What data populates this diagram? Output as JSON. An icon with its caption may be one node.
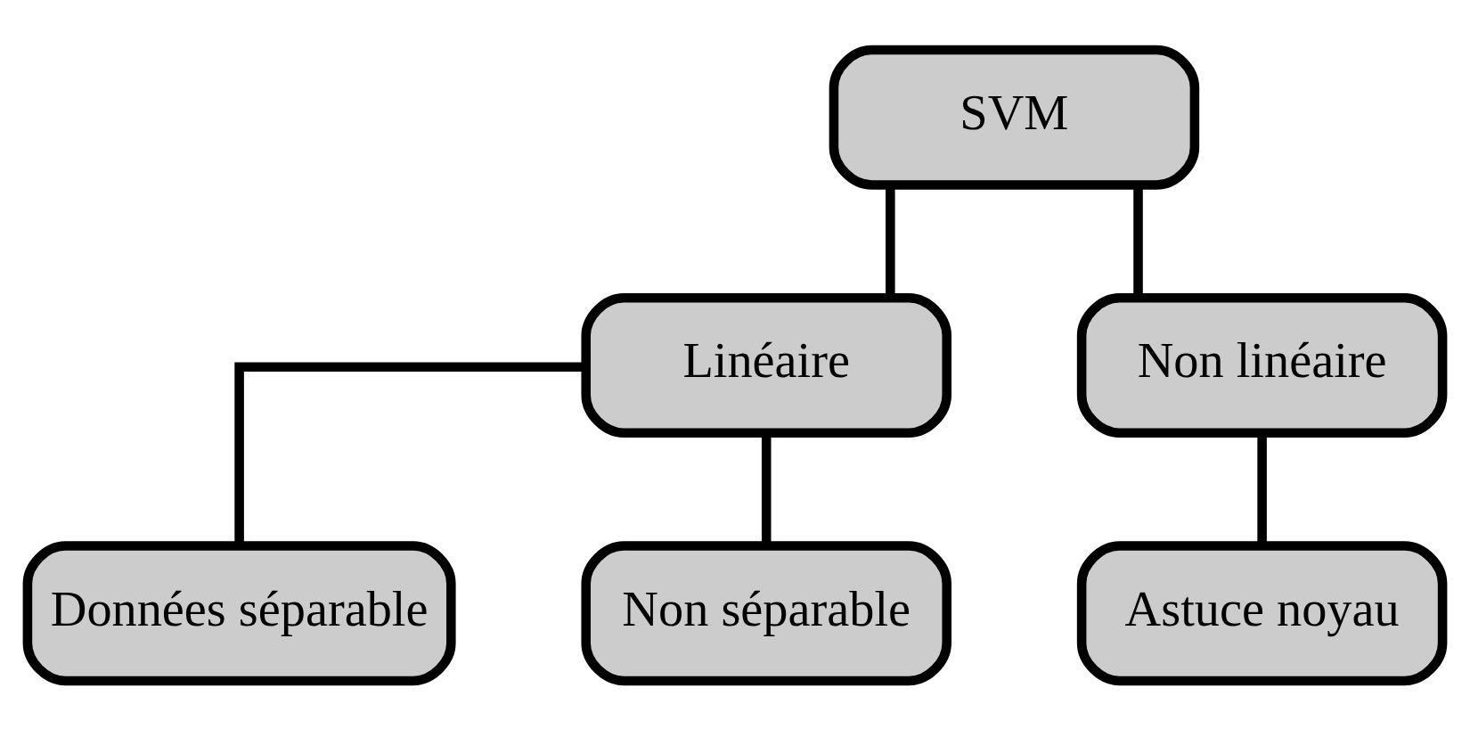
{
  "diagram": {
    "nodes": [
      {
        "text": [
          "SVM"
        ]
      },
      {
        "text": [
          "Linéaire"
        ]
      },
      {
        "text": [
          "Non linéaire"
        ]
      },
      {
        "text": [
          "Données séparable"
        ]
      },
      {
        "text": [
          "Non séparable"
        ]
      },
      {
        "text": [
          "Astuce noyau"
        ]
      }
    ],
    "edges": [
      {
        "from": 0,
        "to": 1,
        "arrow": "none"
      },
      {
        "from": 0,
        "to": 2,
        "arrow": "none"
      },
      {
        "from": 1,
        "to": 3,
        "arrow": "none"
      },
      {
        "from": 1,
        "to": 4,
        "arrow": "none"
      },
      {
        "from": 2,
        "to": 5,
        "arrow": "none"
      }
    ]
  }
}
